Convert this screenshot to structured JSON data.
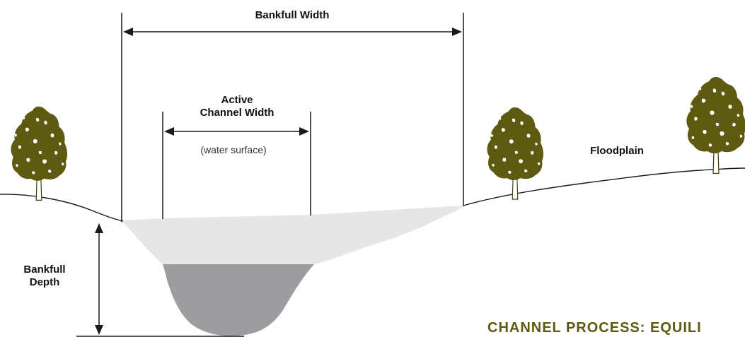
{
  "labels": {
    "bankfull_width": "Bankfull Width",
    "active_channel_line1": "Active",
    "active_channel_line2": "Channel Width",
    "water_surface": "(water surface)",
    "floodplain": "Floodplain",
    "bankfull_depth_line1": "Bankfull",
    "bankfull_depth_line2": "Depth",
    "banner": "CHANNEL PROCESS:  EQUILI"
  },
  "colors": {
    "bankfull_fill": "#e6e6e7",
    "active_fill": "#9d9d9f",
    "tree_canopy": "#5e5a12",
    "banner_text": "#5e5a12",
    "line": "#1a1a1a"
  }
}
